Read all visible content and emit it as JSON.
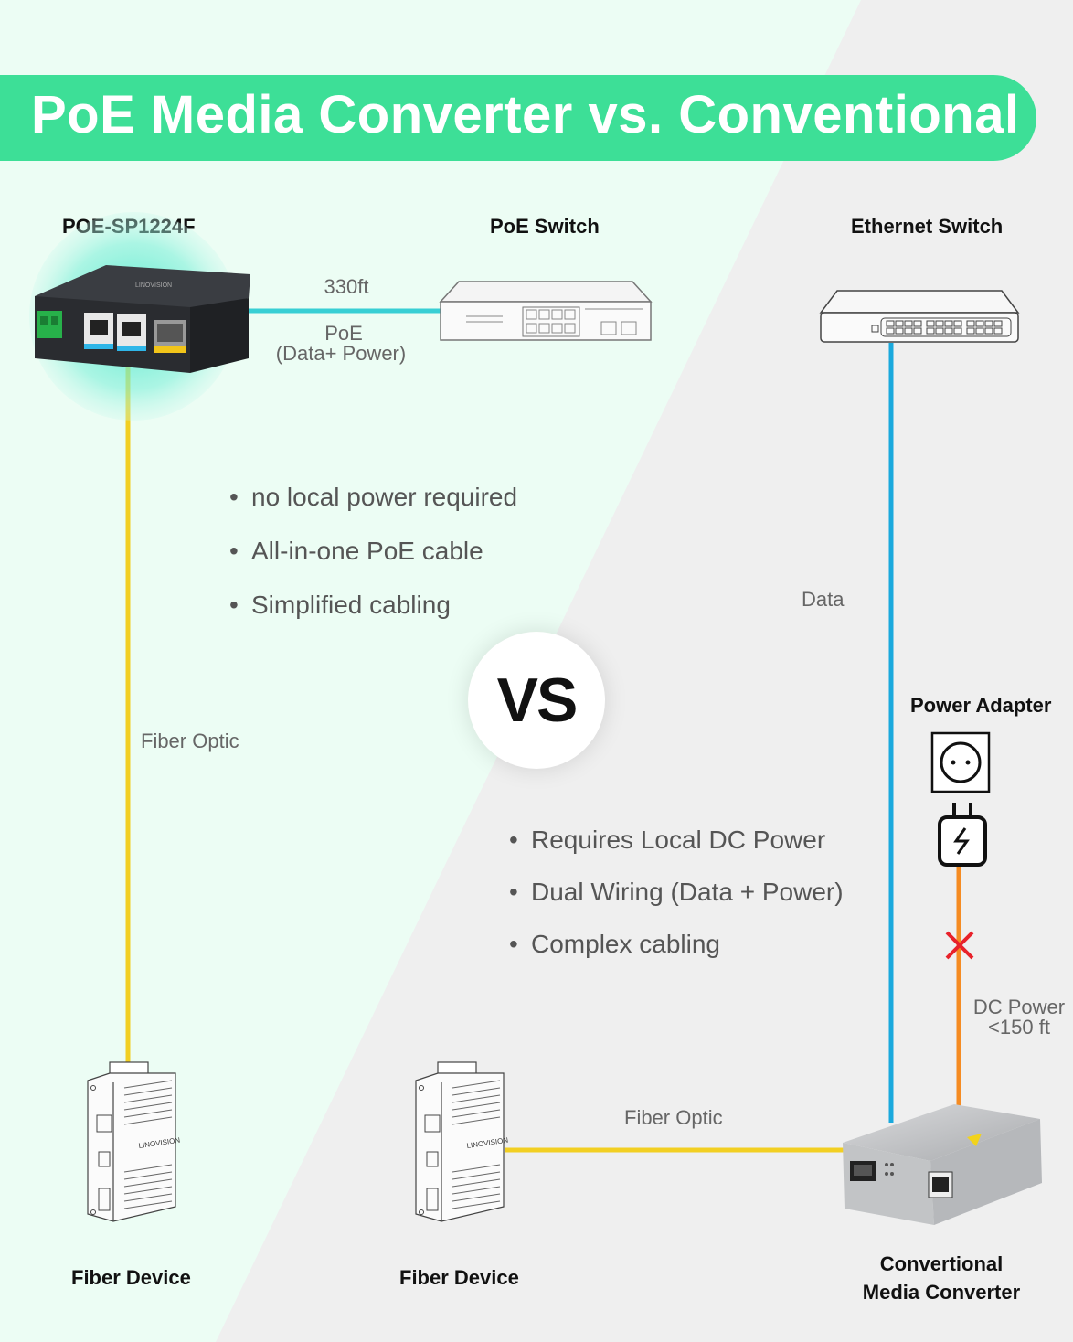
{
  "title": "PoE Media Converter vs. Conventional",
  "colors": {
    "banner": "#3ddf97",
    "mint_bg": "#ecfdf4",
    "grey_bg": "#efefef",
    "poe_cable": "#38cfd4",
    "data_cable": "#1aa9dd",
    "fiber_cable": "#f2cf22",
    "dc_cable": "#f58b22",
    "cross": "#e8212a"
  },
  "devices": {
    "poe_converter": "POE-SP1224F",
    "poe_switch": "PoE Switch",
    "ethernet_switch": "Ethernet Switch",
    "power_adapter": "Power Adapter",
    "fiber_device_left": "Fiber Device",
    "fiber_device_mid": "Fiber Device",
    "conventional_converter_line1": "Convertional",
    "conventional_converter_line2": "Media Converter"
  },
  "connections": {
    "poe_distance": "330ft",
    "poe_type_line1": "PoE",
    "poe_type_line2": "(Data+ Power)",
    "fiber_left": "Fiber Optic",
    "fiber_bottom": "Fiber Optic",
    "data": "Data",
    "dc_line1": "DC Power",
    "dc_line2": "<150 ft"
  },
  "poe_benefits": [
    "no local power required",
    "All-in-one PoE cable",
    "Simplified cabling"
  ],
  "conventional_drawbacks": [
    "Requires Local DC Power",
    "Dual Wiring (Data + Power)",
    "Complex cabling"
  ],
  "vs": "VS",
  "brand": "LINOVISION",
  "icons": {
    "socket": "power-socket-icon",
    "plug": "power-plug-icon",
    "cross": "cross-icon"
  }
}
